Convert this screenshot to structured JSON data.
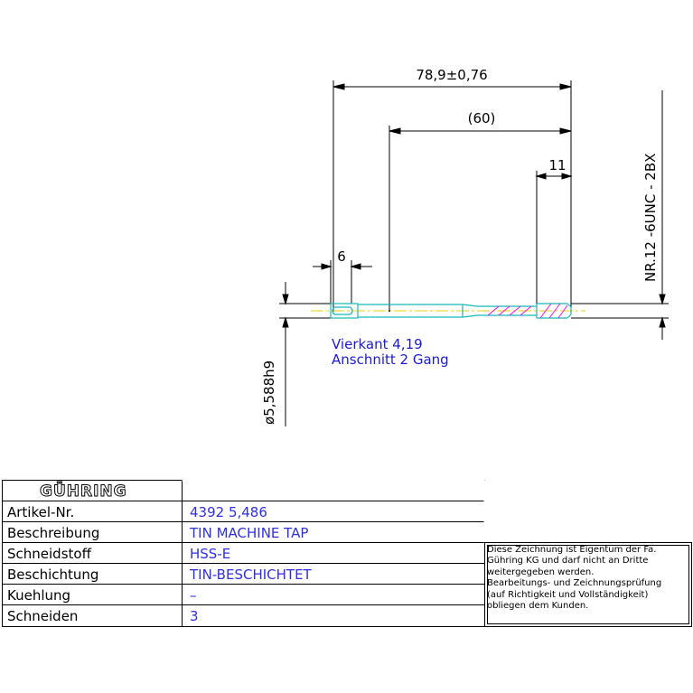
{
  "drawing": {
    "dim_overall": "78,9±0,76",
    "dim_shank": "(60)",
    "dim_thread": "11",
    "dim_square": "6",
    "dim_diameter": "ø5,588h9",
    "thread_designation": "NR.12  -6UNC  -  2BX",
    "note_square": "Vierkant 4,19",
    "note_chamfer": "Anschnitt 2 Gang"
  },
  "title_block": {
    "logo": "GÜHRING",
    "rows": [
      {
        "label": "Artikel-Nr.",
        "value": "4392 5,486"
      },
      {
        "label": "Beschreibung",
        "value": "TIN MACHINE TAP"
      },
      {
        "label": "Schneidstoff",
        "value": "HSS-E"
      },
      {
        "label": "Beschichtung",
        "value": "TIN-BESCHICHTET"
      },
      {
        "label": "Kuehlung",
        "value": "–"
      },
      {
        "label": "Schneiden",
        "value": "3"
      }
    ],
    "disclaimer": [
      "Diese Zeichnung ist Eigentum der Fa.",
      "Gühring KG und darf nicht an Dritte",
      "weitergegeben werden.",
      "Bearbeitungs- und Zeichnungsprüfung",
      "(auf Richtigkeit und Vollständigkeit)",
      "obliegen dem Kunden."
    ]
  },
  "colors": {
    "line": "#000000",
    "part_outline": "#19b7b7",
    "centerline": "#e8d000",
    "note_text": "#1b1bd6",
    "value_text": "#2f2fe6",
    "thread_hatch": "#ff00ff"
  }
}
